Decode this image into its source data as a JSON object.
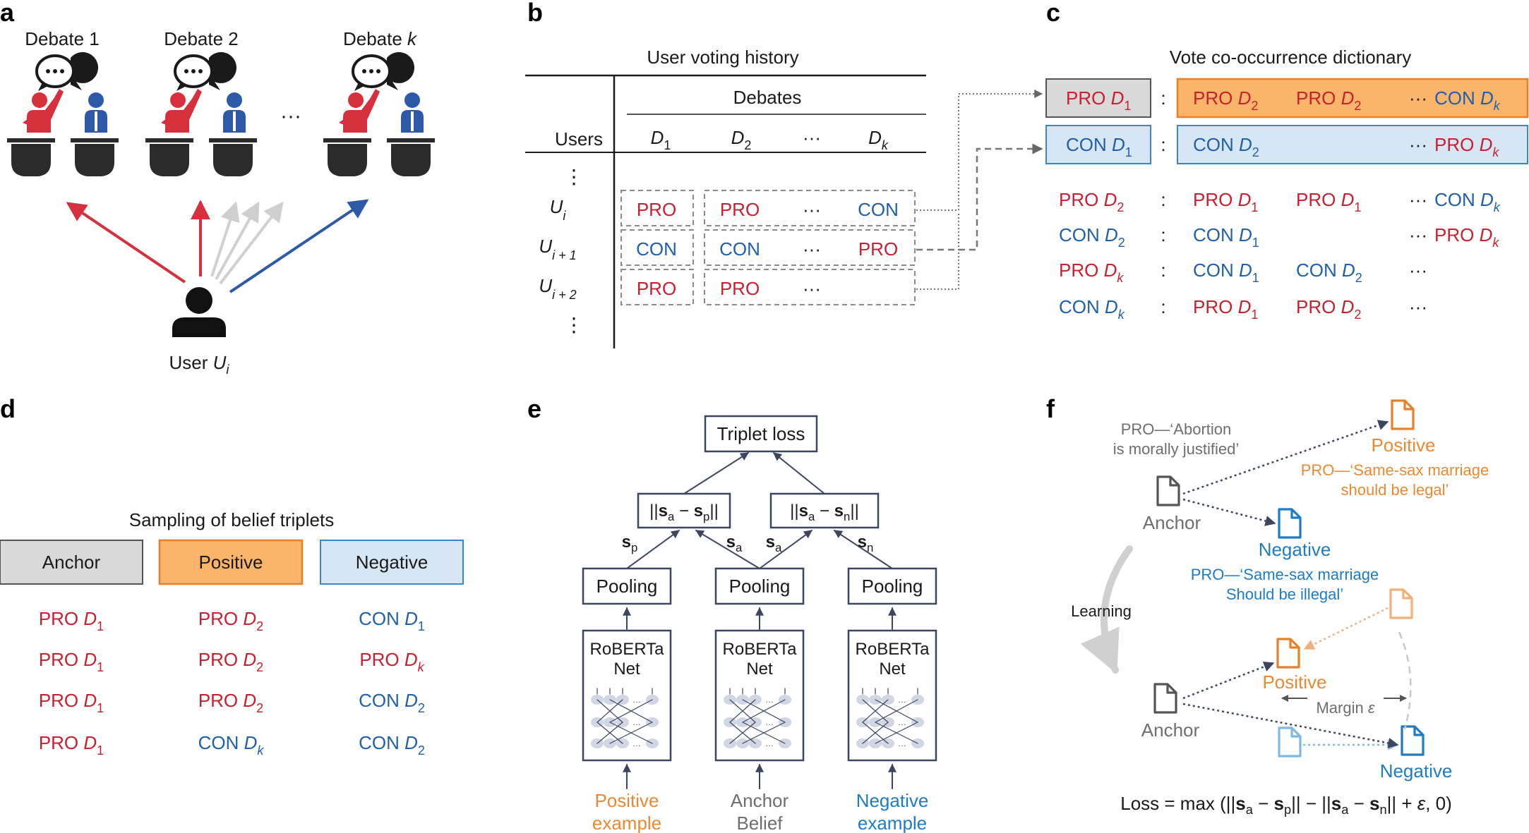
{
  "panel_letters": [
    "a",
    "b",
    "c",
    "d",
    "e",
    "f"
  ],
  "colors": {
    "pro": "#c8202f",
    "con": "#2060a8",
    "orange_fill": "#fbb56b",
    "orange_stroke": "#e8802a",
    "blue_fill": "#d6e6f5",
    "blue_stroke": "#3a86c8",
    "gray_fill": "#d9d9d9",
    "navy": "#3d4661"
  },
  "a": {
    "debates": [
      "Debate 1",
      "Debate 2",
      "Debate "
    ],
    "debate_k_var": "k",
    "ellipsis": "···",
    "user_label": "User ",
    "user_var": "U",
    "user_sub": "i"
  },
  "b": {
    "title": "User voting history",
    "debates_header": "Debates",
    "users_header": "Users",
    "cols": [
      {
        "v": "D",
        "s": "1"
      },
      {
        "v": "D",
        "s": "2"
      },
      {
        "v": "···",
        "s": ""
      },
      {
        "v": "D",
        "s": "k"
      }
    ],
    "rows": [
      {
        "u": "U",
        "s": "i",
        "cells": [
          "PRO",
          "PRO",
          "···",
          "CON"
        ]
      },
      {
        "u": "U",
        "s": "i + 1",
        "cells": [
          "CON",
          "CON",
          "···",
          "PRO"
        ]
      },
      {
        "u": "U",
        "s": "i + 2",
        "cells": [
          "PRO",
          "PRO",
          "···",
          ""
        ]
      }
    ],
    "vdots": "⋮"
  },
  "c": {
    "title": "Vote co-occurrence dictionary",
    "colon": ":",
    "rows": [
      {
        "key": [
          "PRO",
          "1"
        ],
        "vals": [
          [
            "PRO",
            "2"
          ],
          [
            "PRO",
            "2"
          ],
          [
            "···",
            ""
          ],
          [
            "CON",
            "k"
          ]
        ]
      },
      {
        "key": [
          "CON",
          "1"
        ],
        "vals": [
          [
            "CON",
            "2"
          ],
          [
            "",
            ""
          ],
          [
            "···",
            ""
          ],
          [
            "PRO",
            "k"
          ]
        ]
      },
      {
        "key": [
          "PRO",
          "2"
        ],
        "vals": [
          [
            "PRO",
            "1"
          ],
          [
            "PRO",
            "1"
          ],
          [
            "···",
            ""
          ],
          [
            "CON",
            "k"
          ]
        ]
      },
      {
        "key": [
          "CON",
          "2"
        ],
        "vals": [
          [
            "CON",
            "1"
          ],
          [
            "",
            ""
          ],
          [
            "···",
            ""
          ],
          [
            "PRO",
            "k"
          ]
        ]
      },
      {
        "key": [
          "PRO",
          "k"
        ],
        "vals": [
          [
            "CON",
            "1"
          ],
          [
            "CON",
            "2"
          ],
          [
            "···",
            ""
          ],
          [
            "",
            ""
          ]
        ]
      },
      {
        "key": [
          "CON",
          "k"
        ],
        "vals": [
          [
            "PRO",
            "1"
          ],
          [
            "PRO",
            "2"
          ],
          [
            "···",
            ""
          ],
          [
            "",
            ""
          ]
        ]
      }
    ]
  },
  "d": {
    "title": "Sampling of belief triplets",
    "headers": [
      "Anchor",
      "Positive",
      "Negative"
    ],
    "rows": [
      [
        [
          "PRO",
          "1"
        ],
        [
          "PRO",
          "2"
        ],
        [
          "CON",
          "1"
        ]
      ],
      [
        [
          "PRO",
          "1"
        ],
        [
          "PRO",
          "2"
        ],
        [
          "PRO",
          "k"
        ]
      ],
      [
        [
          "PRO",
          "1"
        ],
        [
          "PRO",
          "2"
        ],
        [
          "CON",
          "2"
        ]
      ],
      [
        [
          "PRO",
          "1"
        ],
        [
          "CON",
          "k"
        ],
        [
          "CON",
          "2"
        ]
      ]
    ]
  },
  "e": {
    "triplet_loss": "Triplet loss",
    "pooling": "Pooling",
    "roberta": [
      "RoBERTa",
      "Net"
    ],
    "s": "s",
    "subs": [
      "p",
      "a",
      "a",
      "n"
    ],
    "bottom": [
      [
        "Positive",
        "example"
      ],
      [
        "Anchor",
        "Belief"
      ],
      [
        "Negative",
        "example"
      ]
    ],
    "norm_subs": [
      [
        "a",
        "p"
      ],
      [
        "a",
        "n"
      ]
    ]
  },
  "f": {
    "pro_abortion": [
      "PRO—‘Abortion",
      "is morally justified’"
    ],
    "positive": "Positive",
    "pro_legal": [
      "PRO—‘Same-sax marriage",
      "should be legal’"
    ],
    "anchor": "Anchor",
    "negative": "Negative",
    "pro_illegal": [
      "PRO—‘Same-sax marriage",
      "Should be illegal’"
    ],
    "learning": "Learning",
    "margin": "Margin ",
    "epsilon": "ε",
    "loss_prefix": "Loss = max (||",
    "loss_mid": "|| − ||",
    "loss_suffix": "|| + ",
    "loss_end": ", 0)"
  }
}
